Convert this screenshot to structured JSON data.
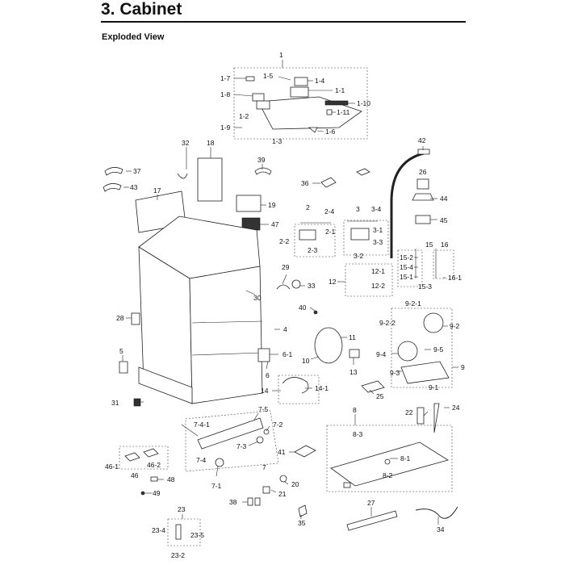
{
  "page": {
    "section_title": "3. Cabinet",
    "view_title": "Exploded View"
  },
  "part_labels": [
    "1",
    "1-1",
    "1-2",
    "1-3",
    "1-4",
    "1-5",
    "1-6",
    "1-7",
    "1-8",
    "1-9",
    "1-10",
    "1-11",
    "2",
    "2-1",
    "2-2",
    "2-3",
    "2-4",
    "3",
    "3-1",
    "3-2",
    "3-3",
    "3-4",
    "4",
    "5",
    "6",
    "6-1",
    "7",
    "7-1",
    "7-2",
    "7-3",
    "7-4",
    "7-4-1",
    "7-5",
    "8",
    "8-1",
    "8-2",
    "8-3",
    "9",
    "9-1",
    "9-2",
    "9-2-1",
    "9-2-2",
    "9-3",
    "9-4",
    "9-5",
    "10",
    "11",
    "12",
    "12-1",
    "12-2",
    "13",
    "14",
    "14-1",
    "15",
    "15-1",
    "15-2",
    "15-3",
    "15-4",
    "16",
    "16-1",
    "17",
    "18",
    "19",
    "20",
    "21",
    "22",
    "23",
    "23-2",
    "23-4",
    "23-5",
    "24",
    "25",
    "26",
    "27",
    "28",
    "29",
    "30",
    "31",
    "32",
    "33",
    "34",
    "35",
    "36",
    "37",
    "38",
    "39",
    "40",
    "41",
    "42",
    "43",
    "44",
    "45",
    "46",
    "46-1",
    "46-2",
    "47",
    "48",
    "49"
  ]
}
